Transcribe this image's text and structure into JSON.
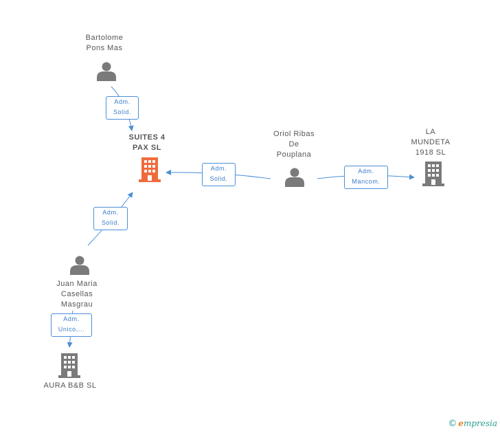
{
  "nodes": {
    "bartolome": {
      "lines": [
        "Bartolome",
        "Pons Mas"
      ],
      "kind": "person"
    },
    "suites": {
      "lines": [
        "SUITES 4",
        "PAX SL"
      ],
      "kind": "company-main"
    },
    "oriol": {
      "lines": [
        "Oriol Ribas",
        "De",
        "Pouplana"
      ],
      "kind": "person"
    },
    "mundeta": {
      "lines": [
        "LA",
        "MUNDETA",
        "1918 SL"
      ],
      "kind": "company"
    },
    "juan": {
      "lines": [
        "Juan Maria",
        "Casellas",
        "Masgrau"
      ],
      "kind": "person"
    },
    "aura": {
      "lines": [
        "AURA B&B SL"
      ],
      "kind": "company"
    }
  },
  "roles": {
    "r1": [
      "Adm.",
      "Solid."
    ],
    "r2": [
      "Adm.",
      "Solid."
    ],
    "r3": [
      "Adm.",
      "Mancom."
    ],
    "r4": [
      "Adm.",
      "Solid."
    ],
    "r5": [
      "Adm.",
      "Unico,..."
    ]
  },
  "brand": {
    "copyright": "©",
    "initial": "e",
    "name": "mpresia"
  },
  "colors": {
    "edge": "#4a8fd8",
    "person": "#7a7a7a",
    "company": "#7a7a7a",
    "main_company": "#f06b3c"
  }
}
